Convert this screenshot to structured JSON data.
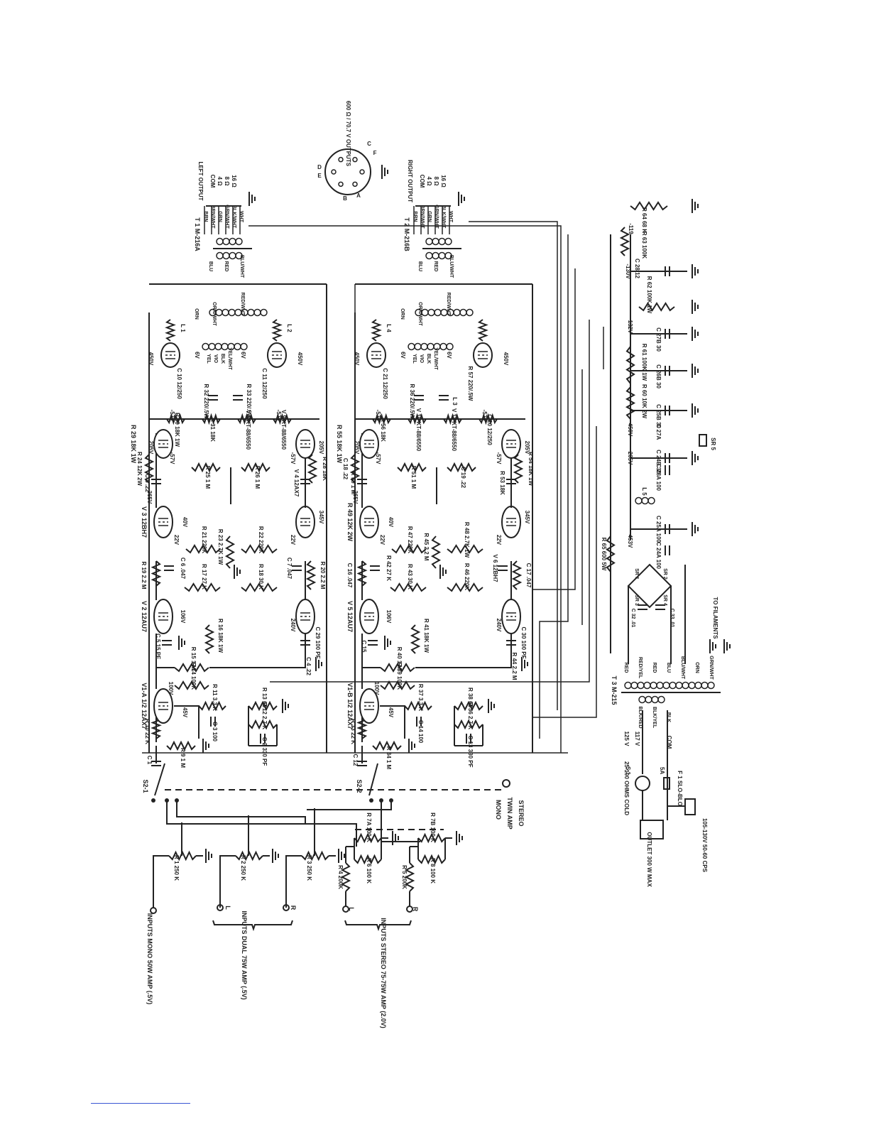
{
  "input_group_labels": [
    "INPUTS MONO 50W AMP (.5V)",
    "INPUTS DUAL 75W AMP (.5V)",
    "INPUTS STEREO 75-75W AMP (2.0V)"
  ],
  "input_jack_labels": [
    "L",
    "R",
    "L",
    "R"
  ],
  "input_controls": [
    "R 1 250 K",
    "R 2 250 K",
    "R 3 250 K",
    "R 4 200K",
    "R 5 200K",
    "R 6 100 K",
    "R 8 100 K",
    "R 7A 100 K",
    "R 7B 100 K"
  ],
  "switch_labels": [
    "S2-1",
    "S2-2",
    "MONO",
    "TWIN AMP",
    "STEREO"
  ],
  "channel_a_parts": [
    "V1-A 1/2 12AX7",
    "R 10 22 K",
    "R 9 1 M",
    "C 1",
    "R 11 3.3 K",
    "C 3 100",
    "R 13 68",
    "R 12 2.7 K",
    "C 2 330 PF",
    "R 14 100K",
    "R 15 1 M",
    "R 16 18K 1W",
    "V 2 12AU7",
    "C 5 15 PF",
    "C 29 100 PF",
    "C 4 .22",
    "R 19 2.2 M",
    "C 6 .047",
    "R 17 27 K",
    "R 18 30 K",
    "R 21 220K",
    "R 22 220K",
    "R 23 2.7K 1W",
    "R 20 2.2 M",
    "C 7 .047",
    "V 3 12BH7",
    "R 24 12K 2W",
    "C 8 .22",
    "R 25 1 M",
    "R 26 1 M",
    "C 9 .22",
    "R 27A 12K 2W",
    "V 4 12AX7",
    "R 28 18K",
    "R 29 18K 1W",
    "R 30 18K 1W",
    "R 31 18K",
    "V 8 KT-88/6550",
    "V 9 KT-88/6550",
    "C 10 12/250",
    "C 11 12/250",
    "R 32 220/.5W",
    "R 33 220/.5W",
    "L 1",
    "L 2"
  ],
  "channel_b_parts": [
    "V1-B 1/2 12AX7",
    "R 33 22 K",
    "R 34 1 M",
    "C 12",
    "R 37 3.3 K",
    "C 14 100",
    "R 38 68",
    "R 36 2.7 K",
    "C 13 330 PF",
    "R 39 100K",
    "R 40 1 M",
    "R 41 18K 1W",
    "V 5 12AU7",
    "C 15",
    "C 30 100 PF",
    "R 44 2.2 M",
    "C 16 .047",
    "R 42 27 K",
    "R 43 30 K",
    "R 46 220K",
    "R 47 220K",
    "R 48 2.7K 1W",
    "R 45 2.2 M",
    "C 17 .047",
    "V 6 12BH7",
    "R 49 12K 2W",
    "C 18 .22",
    "R 50 1 M",
    "R 51 1 M",
    "C 19 .22",
    "R 52A 12K 2W",
    "V 7 12AX7",
    "R 53 18K",
    "R 54 18K 1W",
    "R 55 18K 1W",
    "R 56 18K",
    "V 10 KT-88/6550",
    "V 11 KT-88/6550",
    "C 20 12/250",
    "C 21 12/250",
    "R 57 220/.5W",
    "R 36 220/.5W",
    "L 3",
    "L 4"
  ],
  "voltages": [
    "45V",
    "100V",
    "106V",
    "240V",
    "22V",
    "365V",
    "40V",
    "345V",
    "205V",
    "-57V",
    "450V",
    "6V",
    "453V",
    "132V",
    "-130V",
    "-119",
    "-57V"
  ],
  "wire_colors": [
    "BRN",
    "BRN/WHT",
    "GRN",
    "GRN/WHT",
    "BLK/WHT",
    "WHT",
    "BLU",
    "RED",
    "BLU/WHT",
    "RED/WHT",
    "ORN",
    "ORN/WHT",
    "YEL",
    "YEL/WHT",
    "VIO",
    "BLK",
    "BLK/RED",
    "BLK/YEL",
    "RED/YEL",
    "GRN/WHT"
  ],
  "output_transformers": [
    "T 1 M-216A",
    "T 2 M-216B"
  ],
  "left_output_labels": [
    "LEFT OUTPUT",
    "COM",
    "4 Ω",
    "8 Ω",
    "16 Ω"
  ],
  "right_output_labels": [
    "RIGHT OUTPUT",
    "COM",
    "4 Ω",
    "8 Ω",
    "16 Ω"
  ],
  "line_output_labels": [
    "600 Ω / 70.7 V OUTPUTS",
    "A",
    "B",
    "C",
    "D",
    "E",
    "F"
  ],
  "power_supply_parts": [
    "R 64 68 K",
    "R 63 100K",
    "C 28 12",
    "R 62 100K 1W",
    "C 27B 30",
    "R 61 100K 1W",
    "C 26B 30",
    "R 60 10K 2W",
    "C 25B 30",
    "C 27A",
    "SR 5",
    "C 24B 30",
    "C 28A 100",
    "L 5",
    "C 25A 100",
    "C 24A 100",
    "R 65 600 5W",
    "SR 1",
    "SR 2",
    "SR 3",
    "SR 4",
    "C 32 .01",
    "C 33 .01",
    "TO FILAMENTS"
  ],
  "power_transformer": "T 3 M-215",
  "mains_labels": [
    "125 V",
    "117 V",
    "COM",
    "S 1",
    "25-100 OHMS COLD",
    "5A",
    "F 1 SLO-BLO",
    "105-130V 50-60 CPS",
    "OUTLET 300 W MAX"
  ]
}
